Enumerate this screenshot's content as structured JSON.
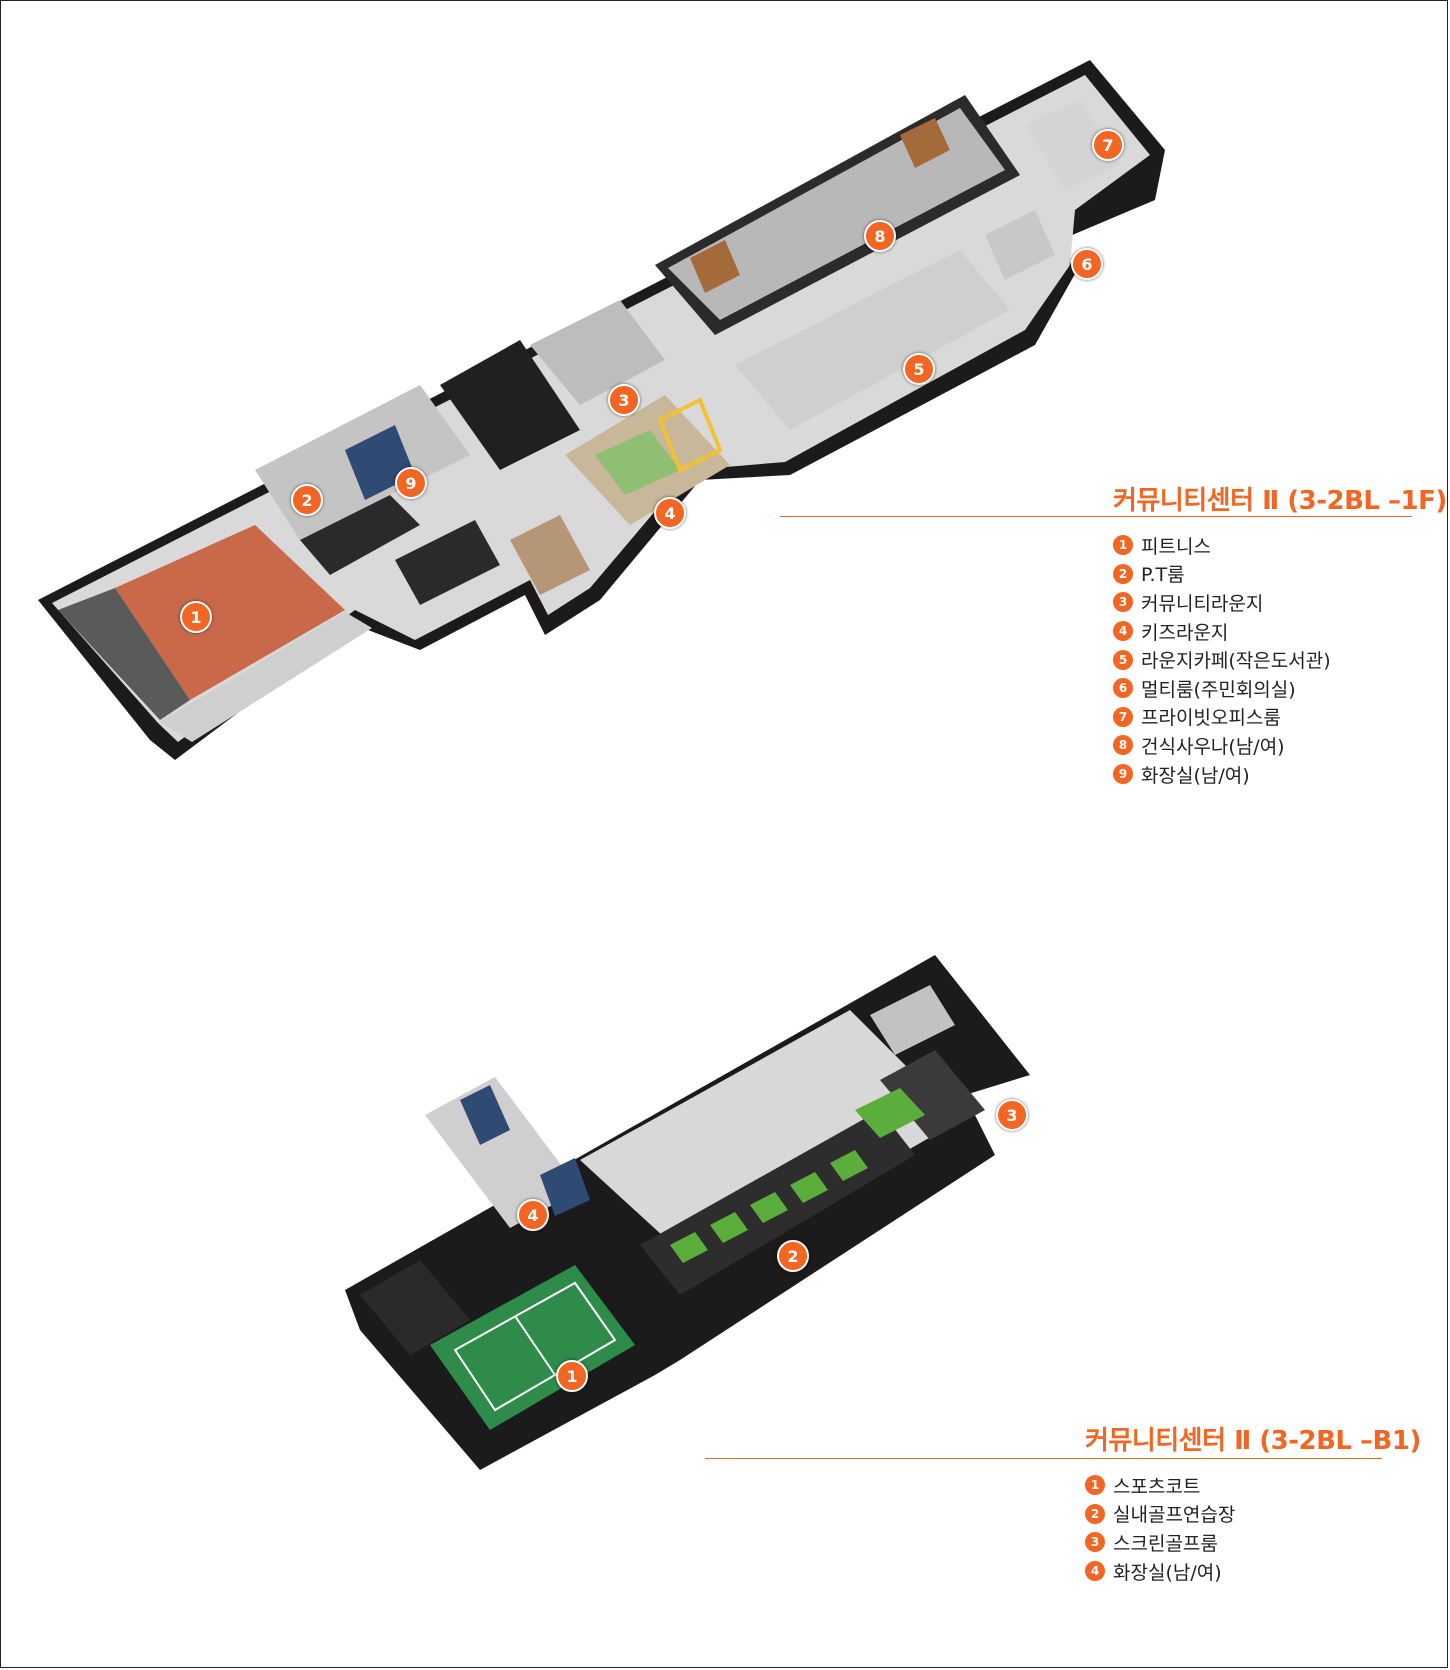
{
  "floors": [
    {
      "title": "커뮤니티센터 Ⅱ (3-2BL –1F)",
      "rooms": [
        {
          "num": "1",
          "name": "피트니스"
        },
        {
          "num": "2",
          "name": "P.T룸"
        },
        {
          "num": "3",
          "name": "커뮤니티라운지"
        },
        {
          "num": "4",
          "name": "키즈라운지"
        },
        {
          "num": "5",
          "name": "라운지카페(작은도서관)"
        },
        {
          "num": "6",
          "name": "멀티룸(주민회의실)"
        },
        {
          "num": "7",
          "name": "프라이빗오피스룸"
        },
        {
          "num": "8",
          "name": "건식사우나(남/여)"
        },
        {
          "num": "9",
          "name": "화장실(남/여)"
        }
      ]
    },
    {
      "title": "커뮤니티센터 Ⅱ (3-2BL –B1)",
      "rooms": [
        {
          "num": "1",
          "name": "스포츠코트"
        },
        {
          "num": "2",
          "name": "실내골프연습장"
        },
        {
          "num": "3",
          "name": "스크린골프룸"
        },
        {
          "num": "4",
          "name": "화장실(남/여)"
        }
      ]
    }
  ],
  "colors": {
    "accent": "#f26522",
    "fitness_floor": "#c9694a",
    "court_green": "#2e8b4a",
    "golf_green": "#5cae3c",
    "wall_dark": "#1b1b1b",
    "floor_light": "#d7d7d7"
  }
}
